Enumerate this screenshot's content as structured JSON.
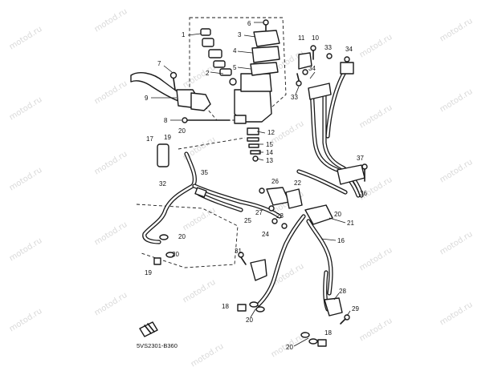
{
  "diagram": {
    "code": "5VS2301-B360",
    "watermark": "motod.ru",
    "callouts": {
      "c1": "1",
      "c2": "2",
      "c3": "3",
      "c4": "4",
      "c5": "5",
      "c6": "6",
      "c7": "7",
      "c8": "8",
      "c9": "9",
      "c10": "10",
      "c11": "11",
      "c12": "12",
      "c13": "13",
      "c14": "14",
      "c15": "15",
      "c16": "16",
      "c17": "17",
      "c18a": "18",
      "c18b": "18",
      "c19a": "19",
      "c19b": "19",
      "c20a": "20",
      "c20b": "20",
      "c20c": "20",
      "c20d": "20",
      "c20e": "20",
      "c20f": "20",
      "c21": "21",
      "c22": "22",
      "c23": "23",
      "c24": "24",
      "c25": "25",
      "c26": "26",
      "c27": "27",
      "c28": "28",
      "c29": "29",
      "c31": "31",
      "c32": "32",
      "c33a": "33",
      "c33b": "33",
      "c34a": "34",
      "c34b": "34",
      "c35": "35",
      "c36": "36",
      "c37": "37"
    }
  }
}
